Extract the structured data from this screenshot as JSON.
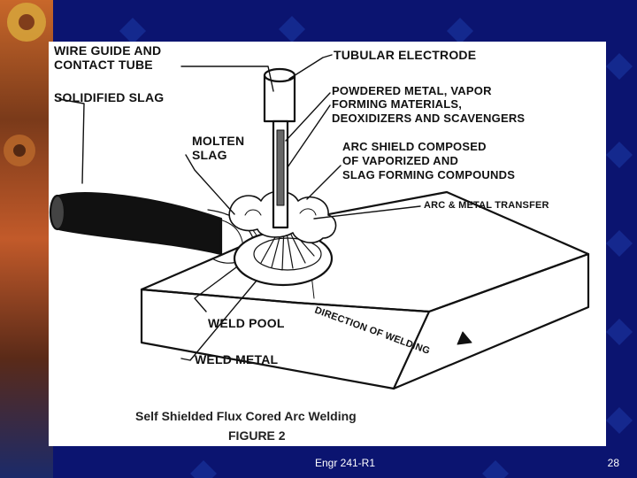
{
  "slide": {
    "footer_course": "Engr 241-R1",
    "page_number": "28"
  },
  "figure": {
    "labels": {
      "wire_guide": [
        "WIRE GUIDE AND",
        "CONTACT TUBE"
      ],
      "tubular_electrode": "TUBULAR ELECTRODE",
      "powdered_metal": [
        "POWDERED METAL, VAPOR",
        "FORMING MATERIALS,",
        "DEOXIDIZERS AND SCAVENGERS"
      ],
      "solidified_slag": "SOLIDIFIED SLAG",
      "molten_slag": [
        "MOLTEN",
        "SLAG"
      ],
      "arc_shield": [
        "ARC SHIELD COMPOSED",
        "OF VAPORIZED AND",
        "SLAG FORMING COMPOUNDS"
      ],
      "arc_metal_transfer": "ARC & METAL TRANSFER",
      "weld_pool": "WELD POOL",
      "direction": "DIRECTION OF WELDING",
      "weld_metal": "WELD METAL"
    },
    "caption": "Self Shielded Flux Cored Arc Welding",
    "figure_number": "FIGURE 2"
  },
  "colors": {
    "background": "#0b1470",
    "figure_bg": "#ffffff",
    "ink": "#111111"
  }
}
